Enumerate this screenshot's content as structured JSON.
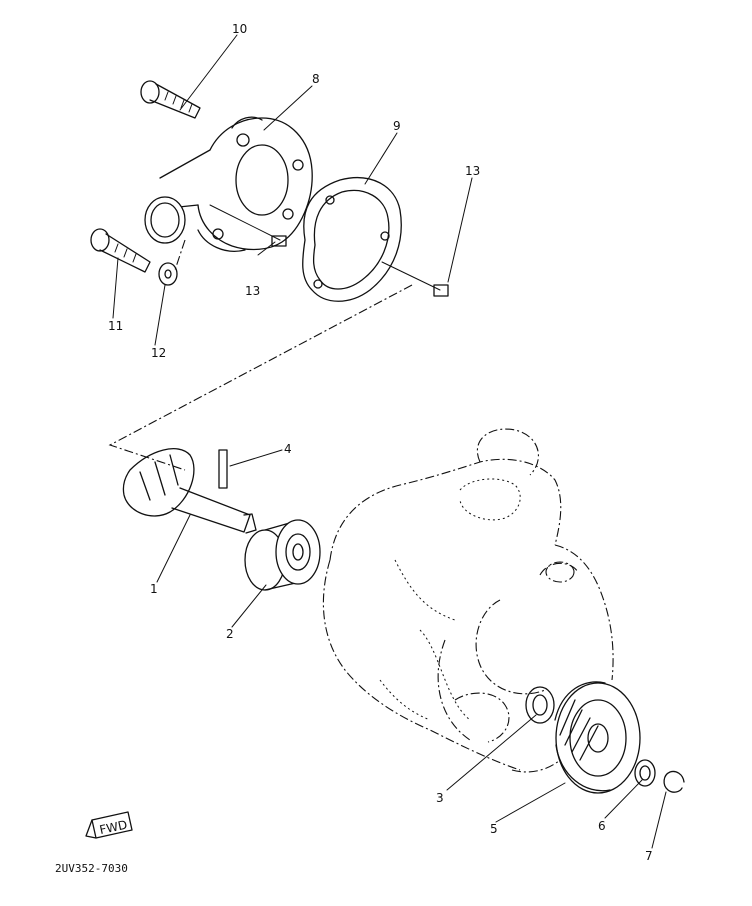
{
  "callouts": [
    {
      "id": "c1",
      "label": "1"
    },
    {
      "id": "c2",
      "label": "2"
    },
    {
      "id": "c3",
      "label": "3"
    },
    {
      "id": "c4",
      "label": "4"
    },
    {
      "id": "c5",
      "label": "5"
    },
    {
      "id": "c6",
      "label": "6"
    },
    {
      "id": "c7",
      "label": "7"
    },
    {
      "id": "c8",
      "label": "8"
    },
    {
      "id": "c9",
      "label": "9"
    },
    {
      "id": "c10",
      "label": "10"
    },
    {
      "id": "c11",
      "label": "11"
    },
    {
      "id": "c12",
      "label": "12"
    },
    {
      "id": "c13a",
      "label": "13"
    },
    {
      "id": "c13b",
      "label": "13"
    }
  ],
  "fwd_label": "FWD",
  "drawing_code": "2UV352-7030"
}
